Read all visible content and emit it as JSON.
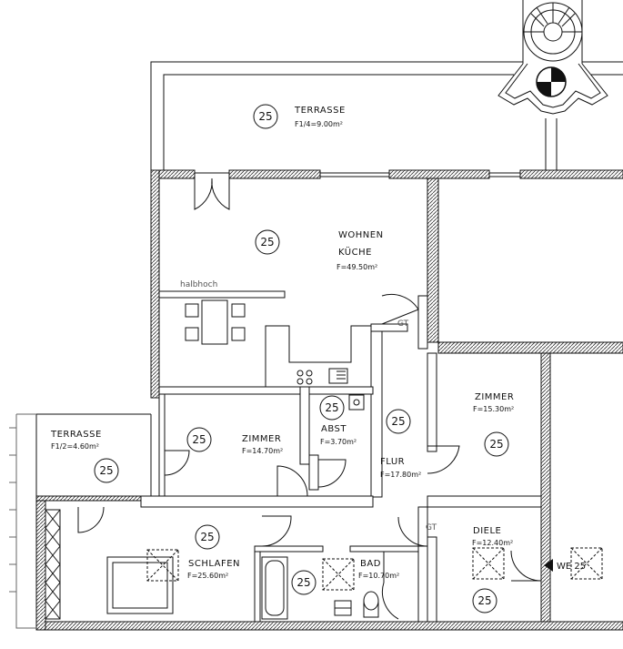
{
  "rooms": {
    "terrasse_top": {
      "name": "TERRASSE",
      "area": "F1/4=9.00m²",
      "number": "25"
    },
    "wohnen": {
      "name1": "WOHNEN",
      "name2": "KÜCHE",
      "area": "F=49.50m²",
      "number": "25"
    },
    "halbhoch": "halbhoch",
    "gt_top": "GT",
    "terrasse_left": {
      "name": "TERRASSE",
      "area": "F1/2=4.60m²",
      "number": "25"
    },
    "zimmer_left": {
      "name": "ZIMMER",
      "area": "F=14.70m²",
      "number": "25"
    },
    "abst": {
      "name": "ABST",
      "area": "F=3.70m²",
      "number": "25"
    },
    "flur": {
      "name": "FLUR",
      "area": "F=17.80m²",
      "number": "25"
    },
    "zimmer_right": {
      "name": "ZIMMER",
      "area": "F=15.30m²",
      "number": "25"
    },
    "schlafen": {
      "name": "SCHLAFEN",
      "area": "F=25.60m²",
      "number": "25"
    },
    "bad": {
      "name": "BAD",
      "area": "F=10.70m²",
      "number": "25"
    },
    "gt_bottom": "GT",
    "diele": {
      "name": "DIELE",
      "area": "F=12.40m²",
      "number": "25"
    },
    "entrance": "WE 25"
  },
  "colors": {
    "wall": "#111111",
    "hatch": "#555555",
    "background": "#ffffff"
  }
}
